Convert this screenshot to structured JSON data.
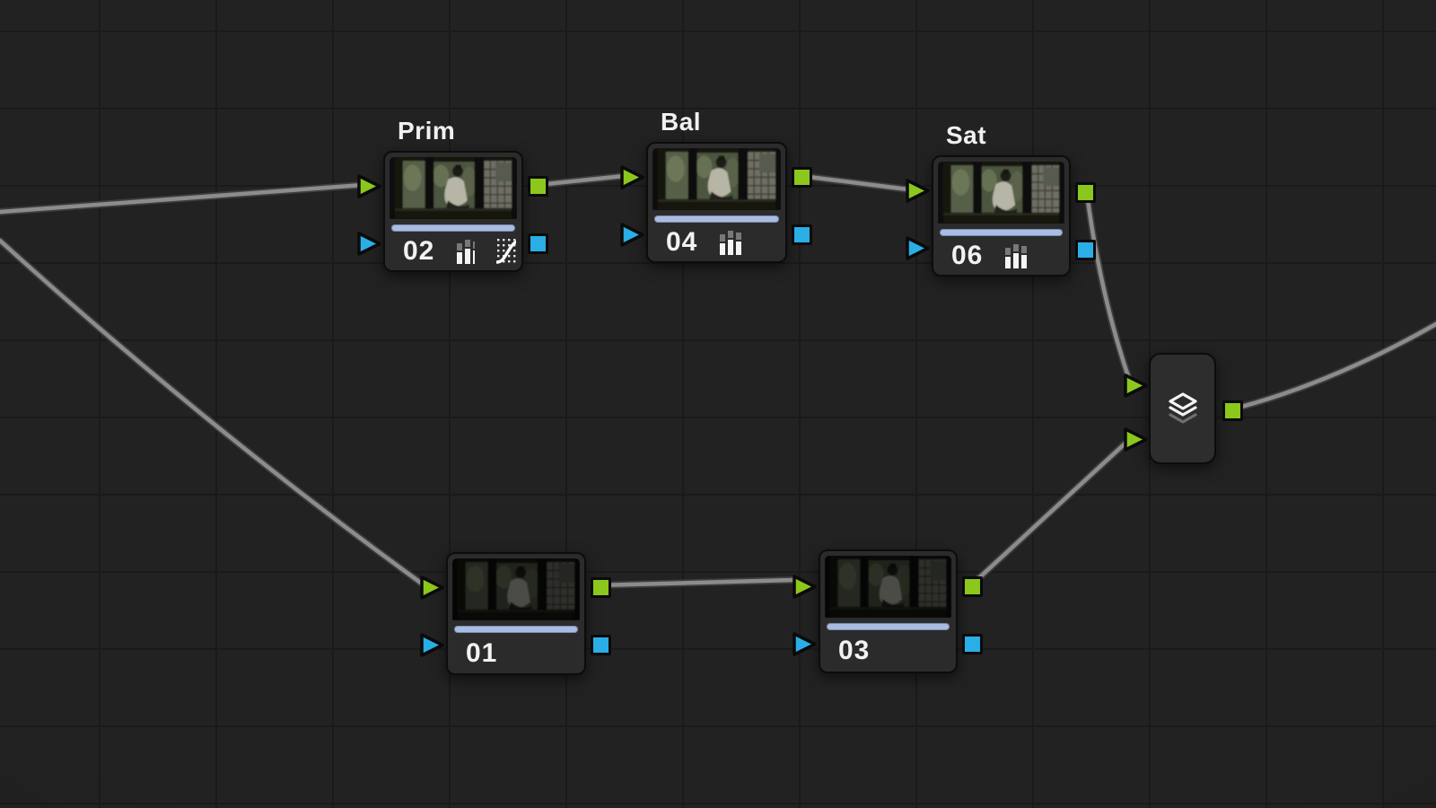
{
  "graph": {
    "type": "color-node-graph",
    "nodes": [
      {
        "key": "prim",
        "label": "Prim",
        "number": "02",
        "tools": [
          "adjustments",
          "custom-curves"
        ],
        "cached": true
      },
      {
        "key": "bal",
        "label": "Bal",
        "number": "04",
        "tools": [
          "adjustments"
        ],
        "cached": true
      },
      {
        "key": "sat",
        "label": "Sat",
        "number": "06",
        "tools": [
          "adjustments"
        ],
        "cached": true
      },
      {
        "key": "node01",
        "label": "",
        "number": "01",
        "tools": [],
        "cached": true
      },
      {
        "key": "node03",
        "label": "",
        "number": "03",
        "tools": [],
        "cached": true
      },
      {
        "key": "layer-mixer",
        "label": "",
        "number": "",
        "tools": [
          "layer-mixer"
        ],
        "cached": false
      }
    ],
    "connections": [
      "source → Prim(02) RGB-in",
      "source → 01 RGB-in",
      "02 RGB-out → 04 RGB-in",
      "04 RGB-out → 06 RGB-in",
      "06 RGB-out → LayerMixer in-1",
      "01 RGB-out → 03 RGB-in",
      "03 RGB-out → LayerMixer in-2",
      "LayerMixer out → node tree output"
    ],
    "colors": {
      "canvas_bg": "#222222",
      "grid_line": "#1a1a1a",
      "node_bg": "#2b2b2b",
      "rgb_port": "#8cc71d",
      "key_port": "#2aaee6",
      "wire": "#8c8c8c",
      "cache_indicator": "#a9bce2",
      "label_text": "#f1f1f1"
    }
  }
}
